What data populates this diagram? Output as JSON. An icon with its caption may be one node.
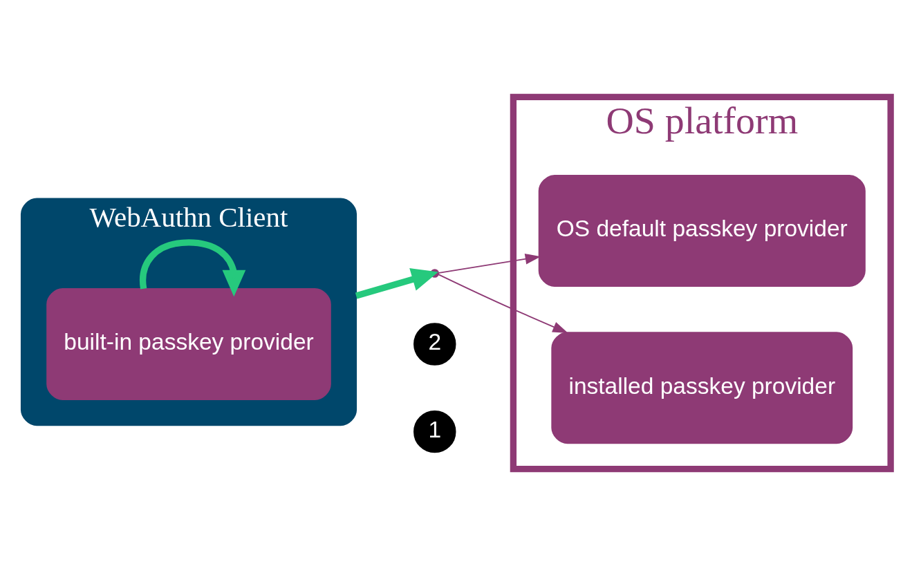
{
  "diagram": {
    "nodes": [
      {
        "text": [
          "WebAuthn Client"
        ]
      },
      {
        "text": [
          "built-in passkey provider"
        ],
        "in": 0
      },
      {
        "text": [
          "OS platform"
        ]
      },
      {
        "text": [
          "OS default passkey provider"
        ],
        "in": 2
      },
      {
        "text": [
          "installed passkey provider"
        ],
        "in": 2
      },
      {
        "text": [],
        "shape": "point"
      }
    ],
    "edges": [
      {
        "from": 1,
        "to": 1,
        "arrow": "to",
        "style": "thick",
        "color": "#26c97d"
      },
      {
        "from": 0,
        "to": 5,
        "arrow": "to",
        "style": "thick",
        "color": "#26c97d"
      },
      {
        "from": 5,
        "to": 3,
        "arrow": "to",
        "color": "#8e3a75"
      },
      {
        "from": 5,
        "to": 4,
        "arrow": "to",
        "color": "#8e3a75"
      }
    ],
    "labels": [
      "2",
      "1"
    ]
  }
}
